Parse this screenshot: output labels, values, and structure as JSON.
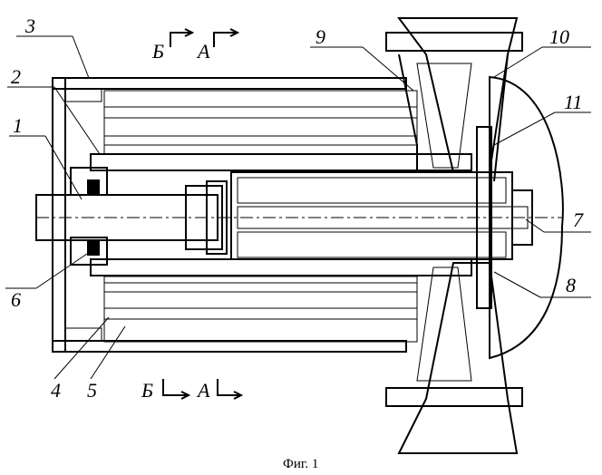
{
  "labels": {
    "l1": "1",
    "l2": "2",
    "l3": "3",
    "l4": "4",
    "l5": "5",
    "l6": "6",
    "l7": "7",
    "l8": "8",
    "l9": "9",
    "l10": "10",
    "l11": "11",
    "sec_b_top": "Б",
    "sec_a_top": "А",
    "sec_b_bot": "Б",
    "sec_a_bot": "А"
  },
  "caption": "Фиг. 1"
}
